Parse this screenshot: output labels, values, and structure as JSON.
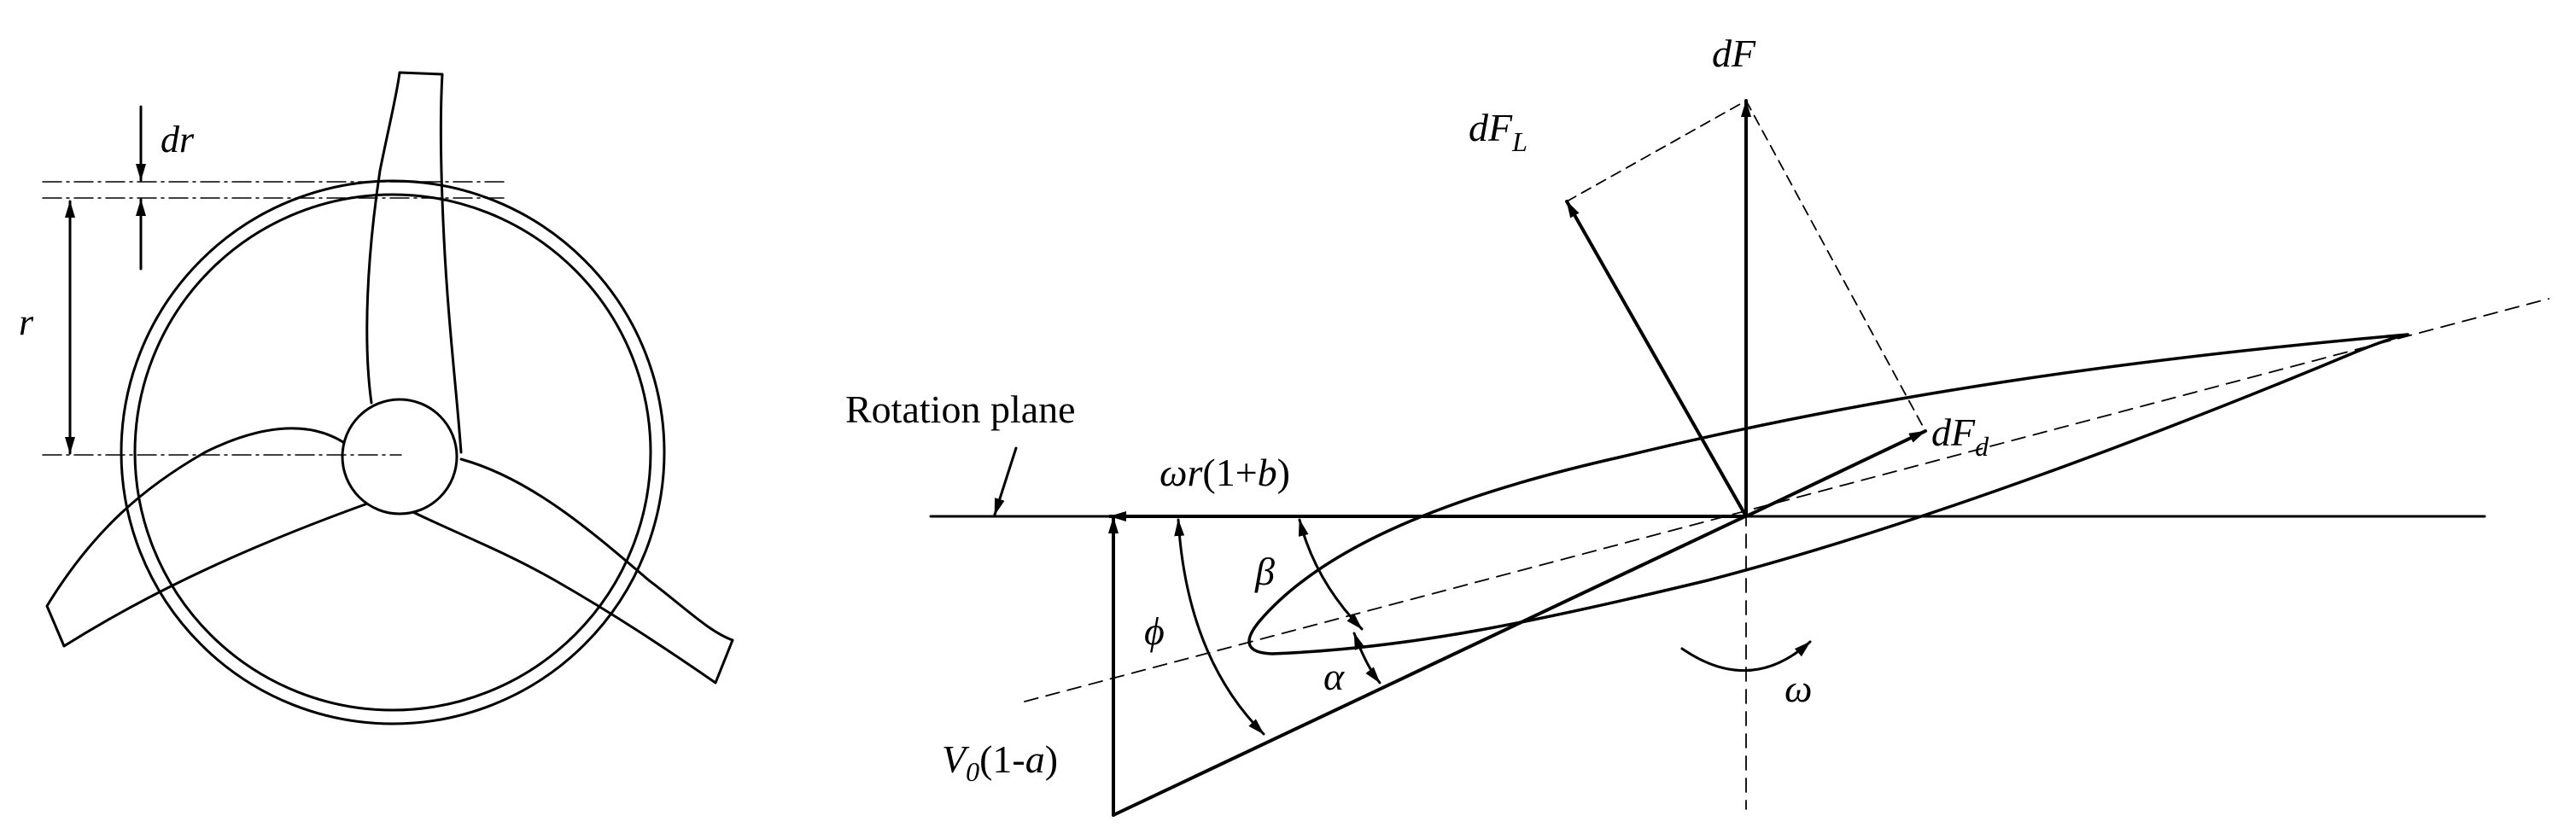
{
  "left_view": {
    "labels": {
      "dr": "dr",
      "r": "r"
    }
  },
  "right_view": {
    "labels": {
      "rotation_plane": "Rotation plane",
      "dF": "dF",
      "dFL_main": "dF",
      "dFL_sub": "L",
      "dFd_main": "dF",
      "dFd_sub": "d",
      "wr_prefix": "ωr",
      "wr_suffix": "(1+",
      "wr_b": "b",
      "wr_close": ")",
      "beta": "β",
      "phi": "ϕ",
      "alpha": "α",
      "omega": "ω",
      "v0_main": "V",
      "v0_sub": "0",
      "v0_open": "(1-",
      "v0_a": "a",
      "v0_close": ")"
    }
  },
  "colors": {
    "ink": "#000000",
    "background": "#ffffff"
  }
}
